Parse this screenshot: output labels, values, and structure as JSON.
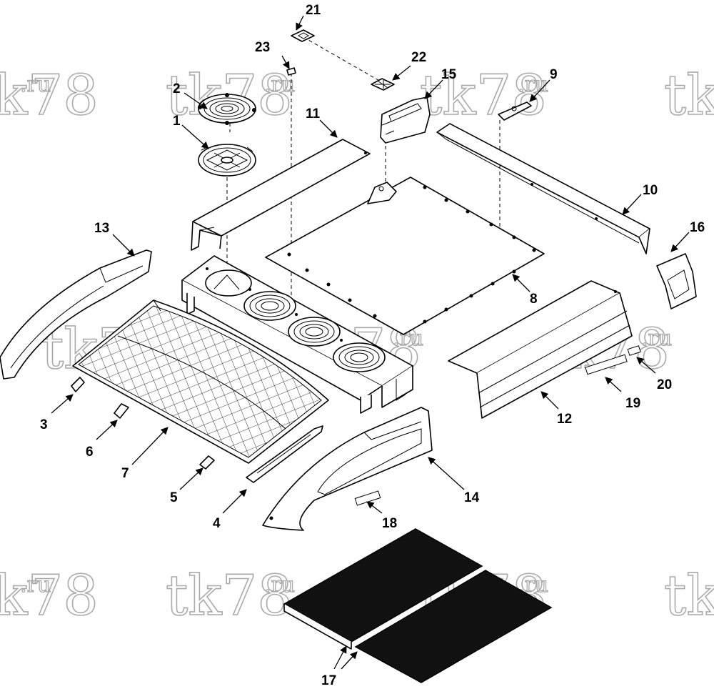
{
  "watermark": {
    "main": "tk78",
    "suffix": ".ru"
  },
  "callouts": {
    "c1": "1",
    "c2": "2",
    "c3": "3",
    "c4": "4",
    "c5": "5",
    "c6": "6",
    "c7": "7",
    "c8": "8",
    "c9": "9",
    "c10": "10",
    "c11": "11",
    "c12": "12",
    "c13": "13",
    "c14": "14",
    "c15": "15",
    "c16": "16",
    "c17": "17",
    "c18": "18",
    "c19": "19",
    "c20": "20",
    "c21": "21",
    "c22": "22",
    "c23": "23"
  }
}
